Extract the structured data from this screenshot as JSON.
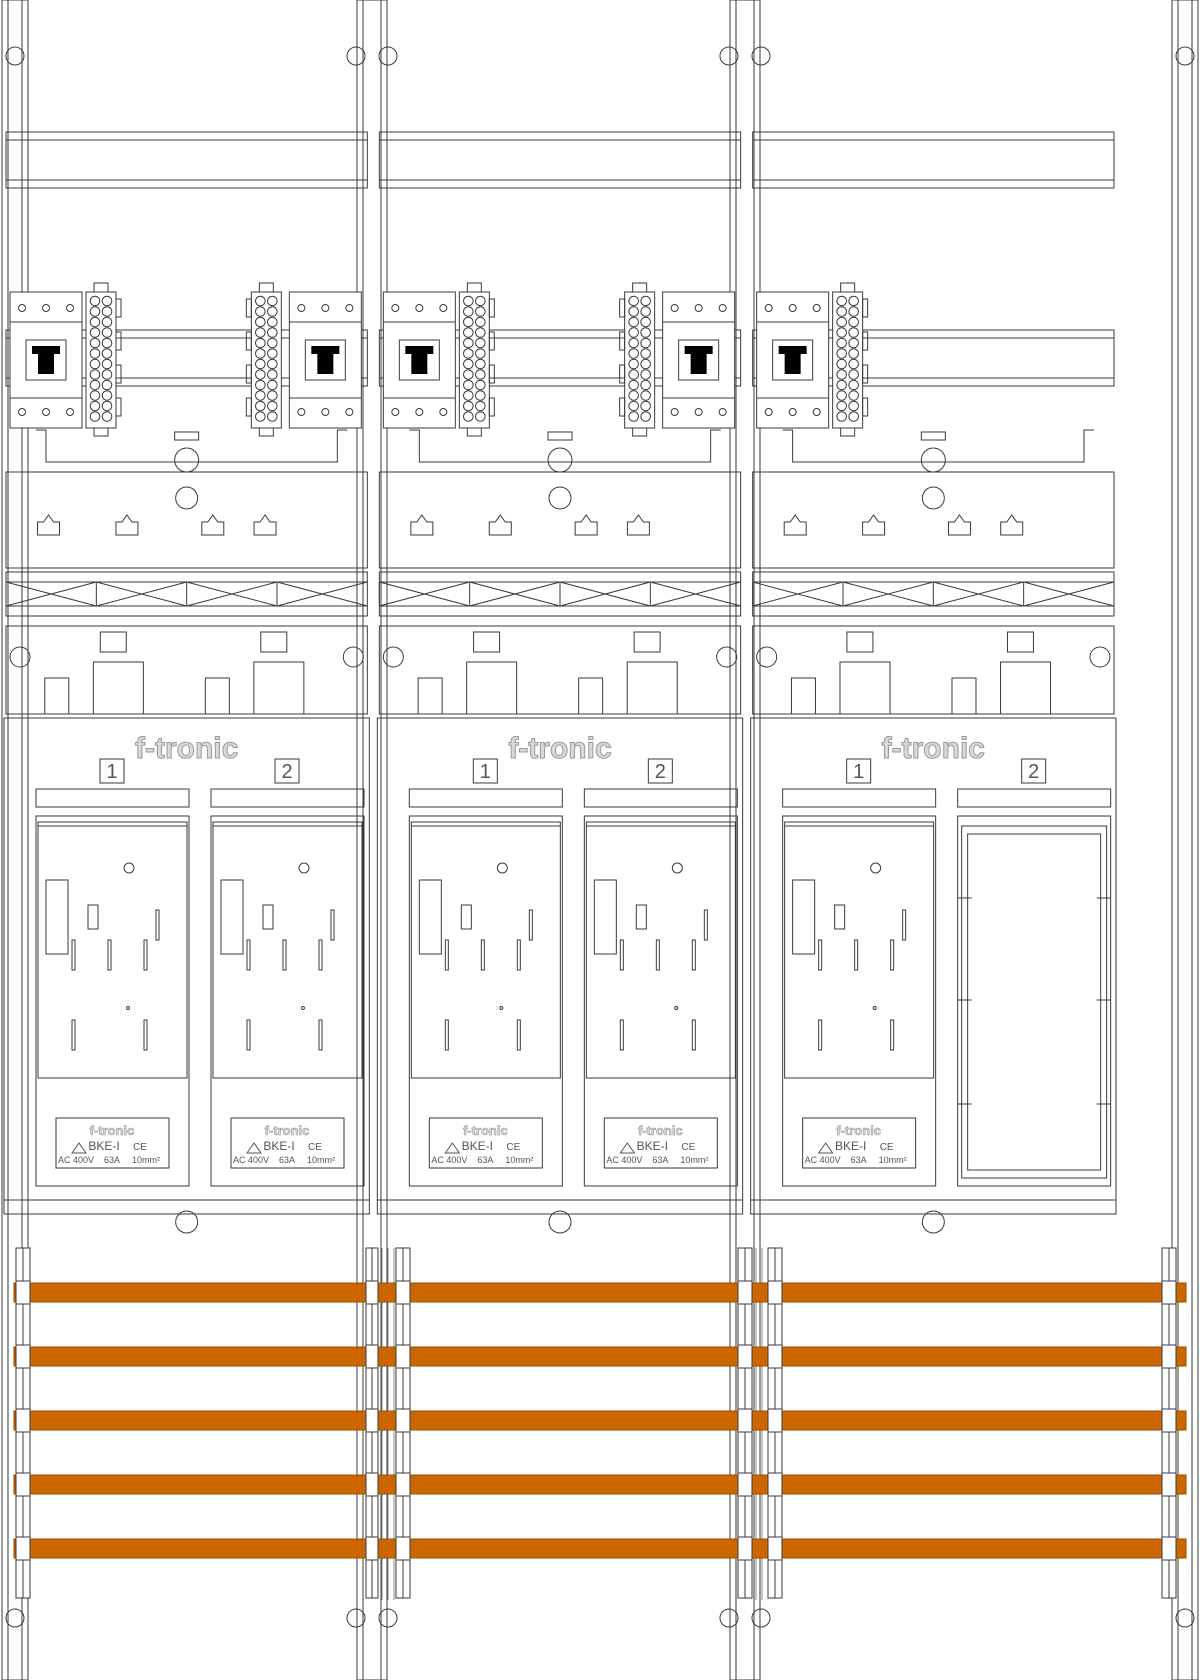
{
  "brand": {
    "logo_text": "f-tronic",
    "label_logo_text": "f-tronic"
  },
  "colors": {
    "line": "#3a3a3a",
    "busbar": "#cc6600",
    "busbar_edge": "#9a4c00",
    "fill_white": "#ffffff",
    "connector_black": "#000000",
    "logo_fill": "#d9d9d9",
    "logo_stroke": "#9a9a9a"
  },
  "panels": [
    {
      "id": "panel-1",
      "slots": [
        {
          "number": "1",
          "type": "fuse-switch",
          "label": {
            "model": "BKE-I",
            "mark": "CE",
            "voltage": "AC 400V",
            "current": "63A",
            "cross_section": "10mm²"
          }
        },
        {
          "number": "2",
          "type": "fuse-switch",
          "label": {
            "model": "BKE-I",
            "mark": "CE",
            "voltage": "AC 400V",
            "current": "63A",
            "cross_section": "10mm²"
          }
        }
      ]
    },
    {
      "id": "panel-2",
      "slots": [
        {
          "number": "1",
          "type": "fuse-switch",
          "label": {
            "model": "BKE-I",
            "mark": "CE",
            "voltage": "AC 400V",
            "current": "63A",
            "cross_section": "10mm²"
          }
        },
        {
          "number": "2",
          "type": "fuse-switch",
          "label": {
            "model": "BKE-I",
            "mark": "CE",
            "voltage": "AC 400V",
            "current": "63A",
            "cross_section": "10mm²"
          }
        }
      ]
    },
    {
      "id": "panel-3",
      "slots": [
        {
          "number": "1",
          "type": "fuse-switch",
          "label": {
            "model": "BKE-I",
            "mark": "CE",
            "voltage": "AC 400V",
            "current": "63A",
            "cross_section": "10mm²"
          }
        },
        {
          "number": "2",
          "type": "empty-cover"
        }
      ]
    }
  ],
  "terminal_modules": [
    {
      "panel": 0,
      "side": "left"
    },
    {
      "panel": 0,
      "side": "right"
    },
    {
      "panel": 1,
      "side": "left"
    },
    {
      "panel": 1,
      "side": "right"
    },
    {
      "panel": 2,
      "side": "left"
    }
  ],
  "busbars": {
    "count": 5
  }
}
